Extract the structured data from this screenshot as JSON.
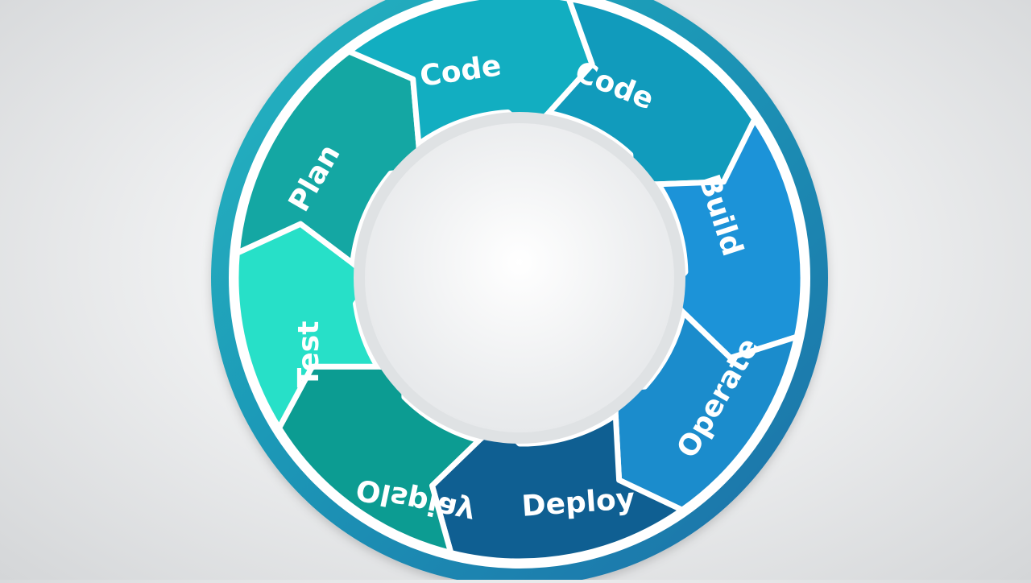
{
  "diagram": {
    "segments": [
      {
        "id": "plan",
        "label": "Plan",
        "color": "#14a7a3"
      },
      {
        "id": "code-1",
        "label": "Code",
        "color": "#12aec1"
      },
      {
        "id": "code-2",
        "label": "Code",
        "color": "#119bbc"
      },
      {
        "id": "build",
        "label": "Build",
        "color": "#1c93d8"
      },
      {
        "id": "operate",
        "label": "Operate",
        "color": "#1b8ccc"
      },
      {
        "id": "deploy",
        "label": "Deploy",
        "color": "#0f5f92"
      },
      {
        "id": "display",
        "label": "Olspiay",
        "color": "#0c9c92"
      },
      {
        "id": "test",
        "label": "Test",
        "color": "#27e0c8"
      }
    ],
    "colors": {
      "outer_ring_start": "#22b8c2",
      "outer_ring_end": "#1a6ea8",
      "divider": "#ffffff",
      "center": "#f4f5f6"
    }
  }
}
